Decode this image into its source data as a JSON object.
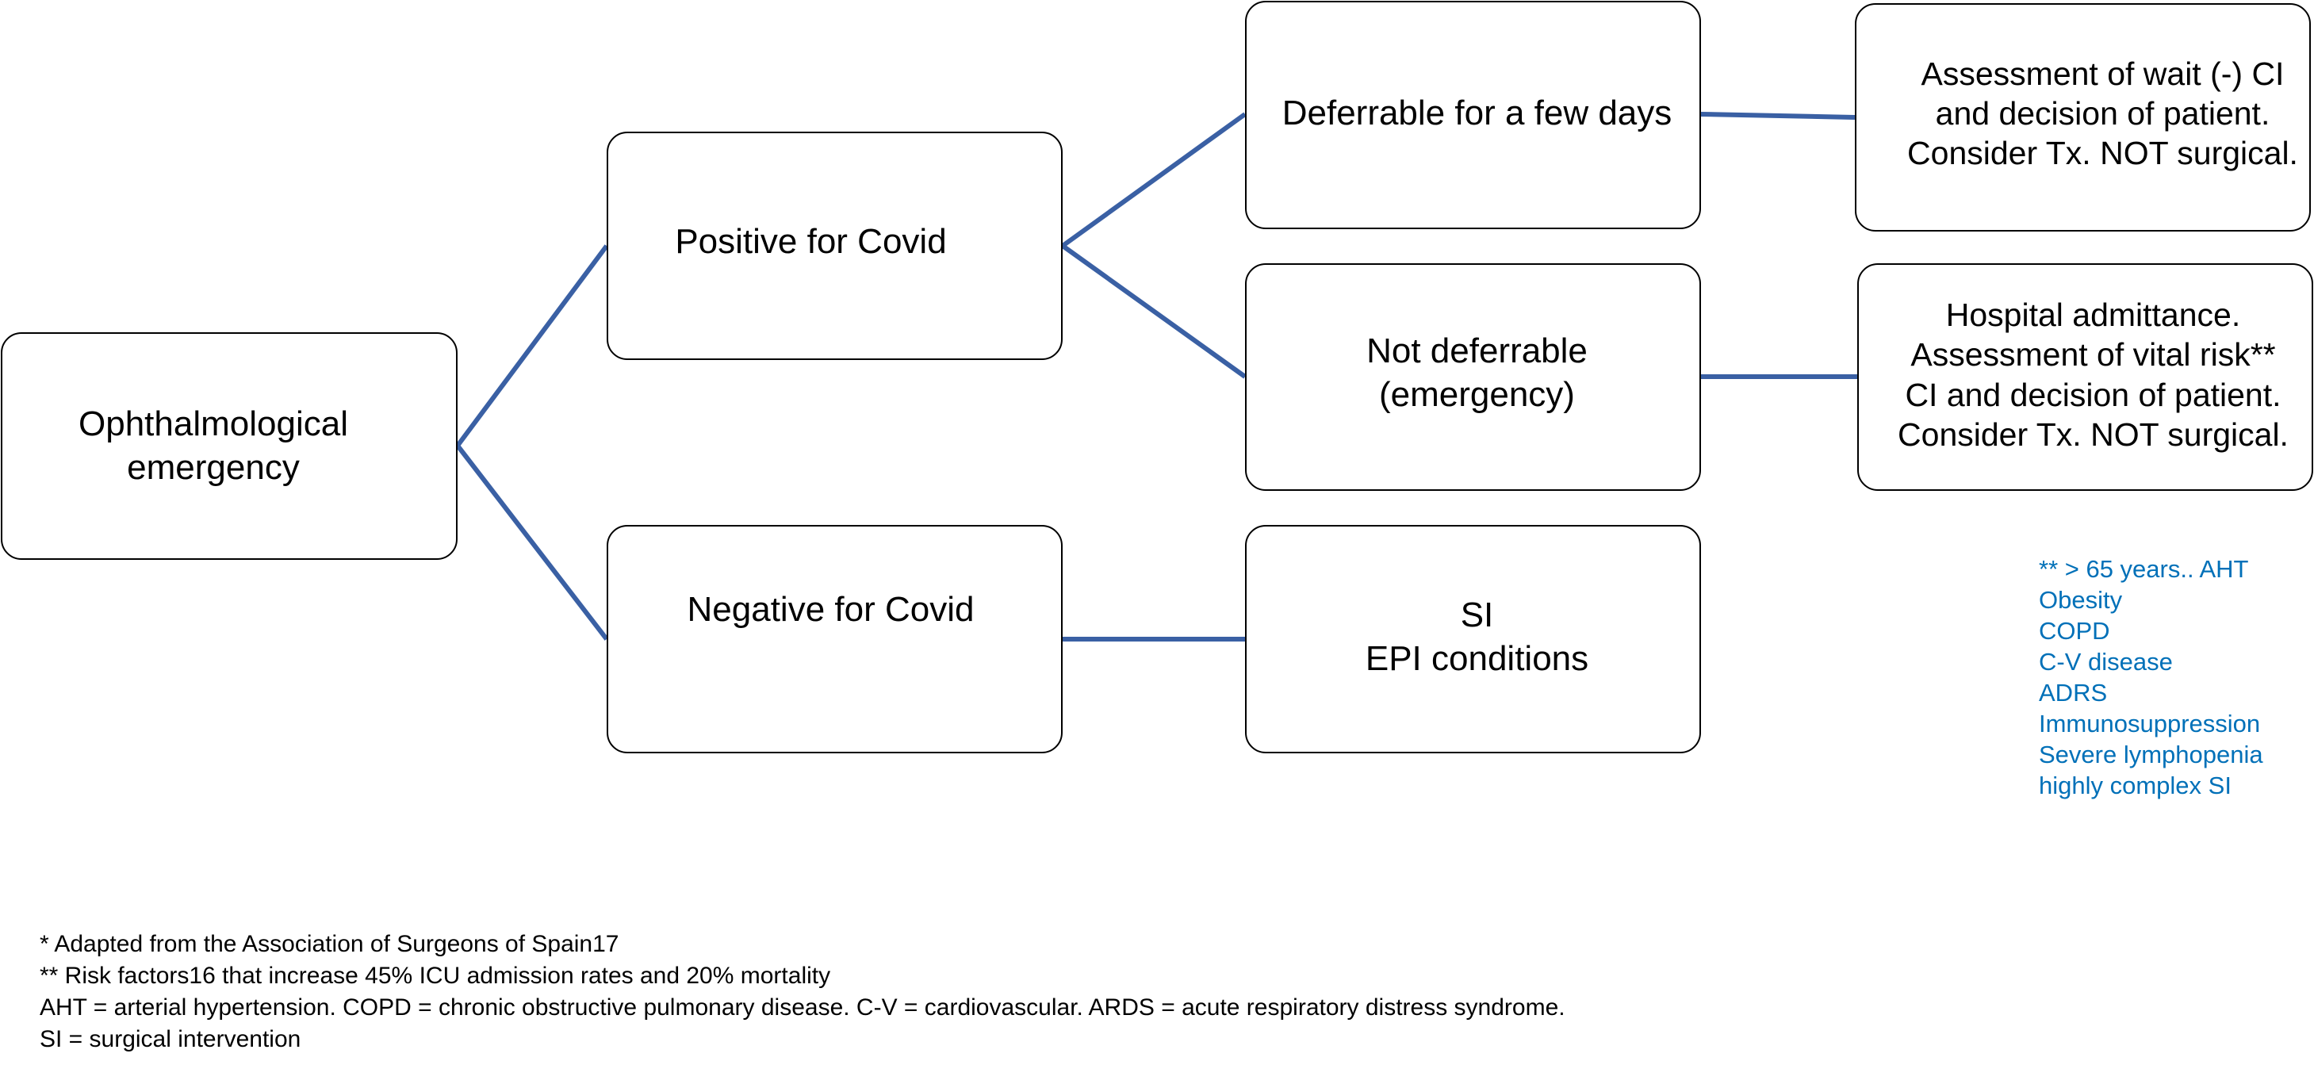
{
  "diagram": {
    "line_color": "#3a60a4",
    "risk_color": "#0070b8",
    "nodes": {
      "root": "Ophthalmological\nemergency",
      "positive": "Positive for Covid",
      "negative": "Negative for Covid",
      "deferrable": "Deferrable for a few days",
      "not_deferrable": "Not deferrable\n(emergency)",
      "si_epi": "SI\nEPI conditions",
      "outcome_deferrable": "Assessment of wait (-) CI\nand decision of patient.\nConsider Tx. NOT surgical.",
      "outcome_not_deferrable": "Hospital admittance.\nAssessment of vital risk**\nCI and decision of patient.\nConsider Tx. NOT surgical."
    },
    "risk_factors": [
      "** > 65 years.. AHT",
      "Obesity",
      "COPD",
      "C-V disease",
      "ADRS",
      "Immunosuppression",
      "Severe lymphopenia",
      "highly complex SI"
    ]
  },
  "footnotes": [
    "* Adapted from the Association of Surgeons of Spain17",
    "** Risk factors16 that increase 45% ICU admission rates and 20% mortality",
    "AHT = arterial hypertension. COPD = chronic obstructive pulmonary disease. C-V = cardiovascular. ARDS = acute respiratory distress syndrome.",
    "SI = surgical intervention"
  ]
}
